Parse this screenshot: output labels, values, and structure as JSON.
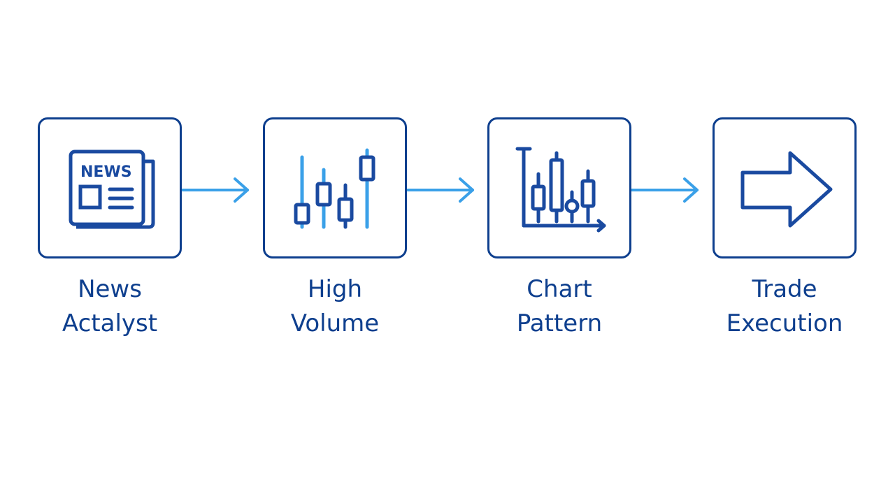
{
  "diagram": {
    "colors": {
      "box_border": "#0e3f8e",
      "icon_dark": "#1a4aa0",
      "icon_light": "#3aa0e8",
      "label_text": "#0e3f8e",
      "connector": "#3aa0e8"
    },
    "steps": [
      {
        "icon": "newspaper-icon",
        "icon_text": "NEWS",
        "label_line1": "News",
        "label_line2": "Actalyst"
      },
      {
        "icon": "candlestick-icon",
        "label_line1": "High",
        "label_line2": "Volume"
      },
      {
        "icon": "chart-pattern-icon",
        "label_line1": "Chart",
        "label_line2": "Pattern"
      },
      {
        "icon": "right-arrow-icon",
        "label_line1": "Trade",
        "label_line2": "Execution"
      }
    ],
    "connectors": [
      "arrow",
      "arrow",
      "arrow"
    ]
  }
}
